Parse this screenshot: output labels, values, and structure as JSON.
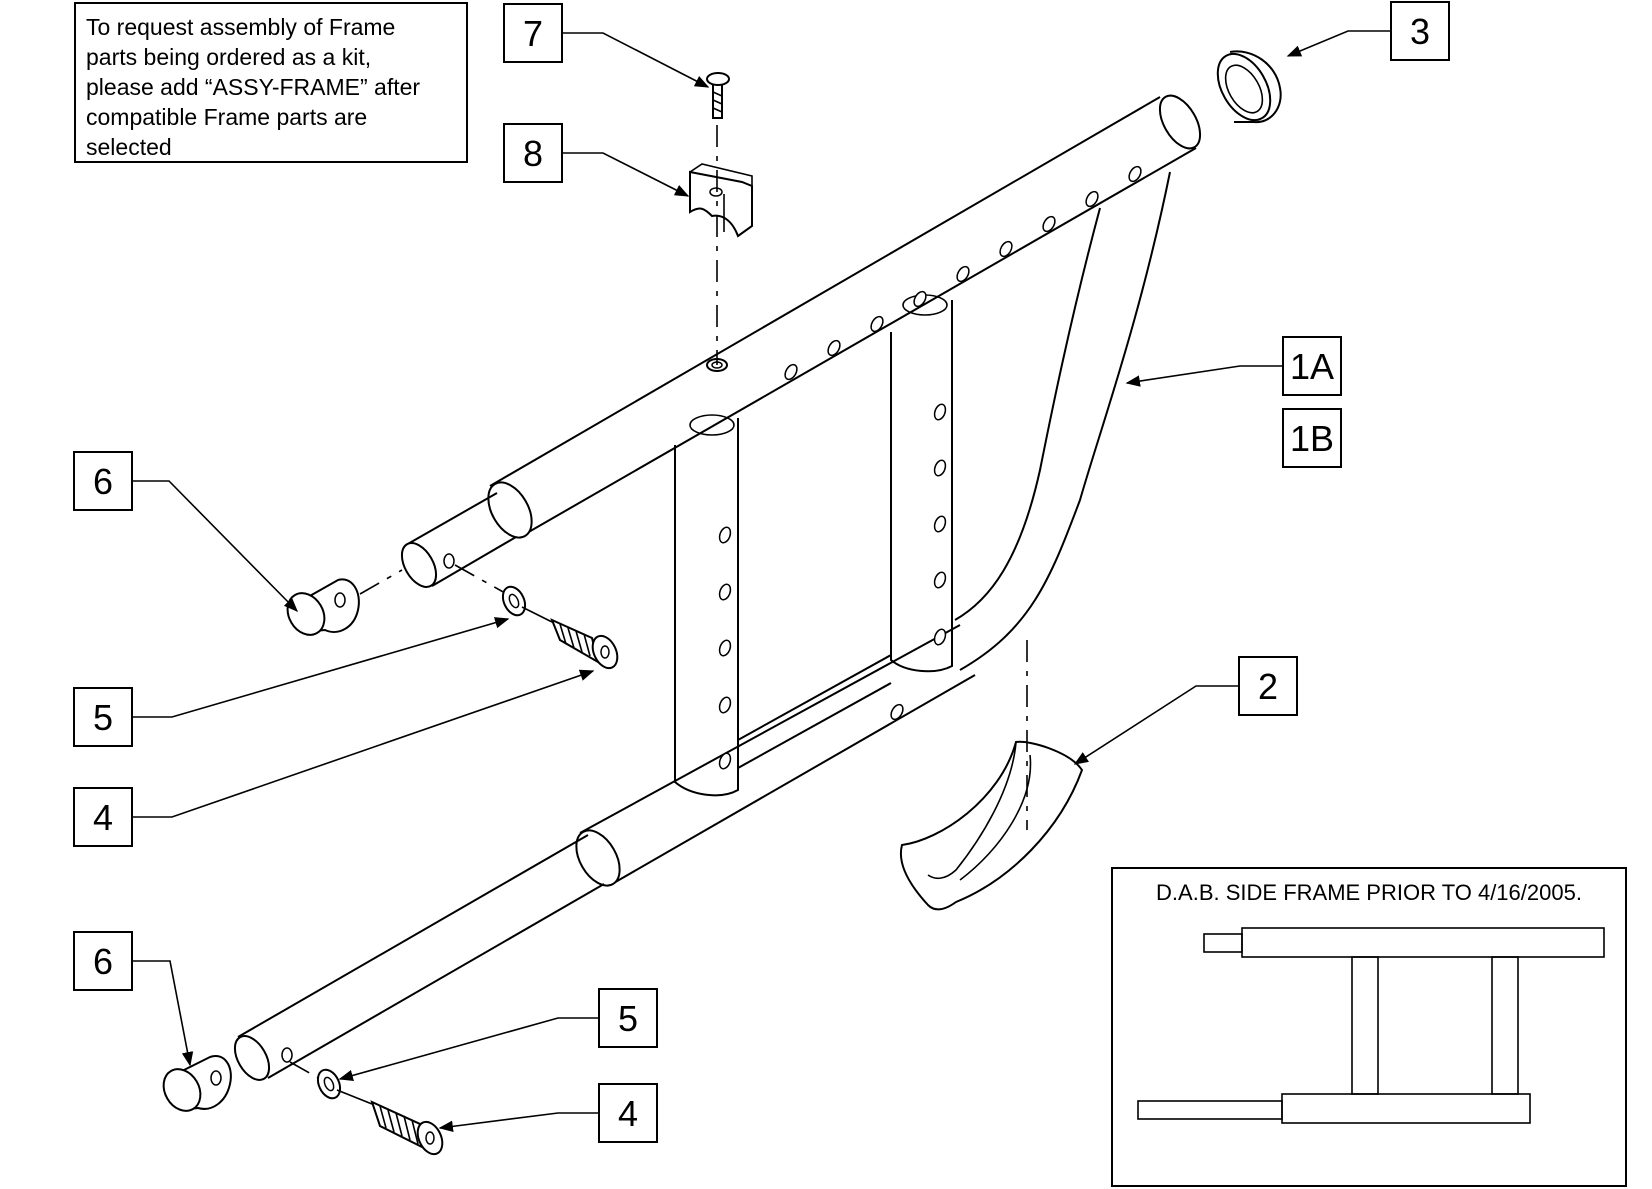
{
  "note": {
    "lines": [
      "To request assembly of Frame",
      "parts being ordered as a kit,",
      "please add “ASSY-FRAME” after",
      "compatible Frame parts are",
      "selected"
    ]
  },
  "callouts": {
    "c7": "7",
    "c8": "8",
    "c3": "3",
    "c1a": "1A",
    "c1b": "1B",
    "c6_top": "6",
    "c5_mid": "5",
    "c4_mid": "4",
    "c2": "2",
    "c6_bottom": "6",
    "c5_bottom": "5",
    "c4_bottom": "4"
  },
  "inset": {
    "title": "D.A.B. SIDE FRAME PRIOR TO 4/16/2005."
  }
}
